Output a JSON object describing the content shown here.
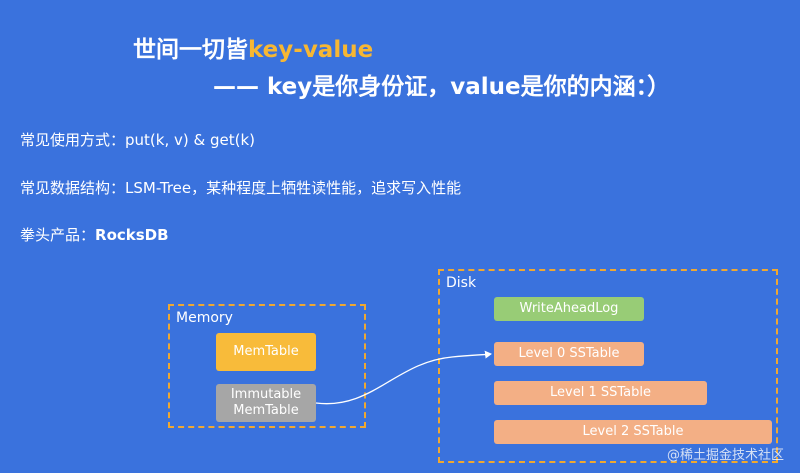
{
  "title": {
    "line1_prefix": "世间一切皆",
    "line1_accent": "key-value",
    "line2": "—— key是你身份证，value是你的内涵：）"
  },
  "lines": [
    {
      "label": "常见使用方式：",
      "value": "put(k, v) & get(k)"
    },
    {
      "label": "常见数据结构：",
      "value": "LSM-Tree，某种程度上牺牲读性能，追求写入性能"
    },
    {
      "label": "拳头产品：",
      "value": "RocksDB"
    }
  ],
  "diagram": {
    "memory_label": "Memory",
    "disk_label": "Disk",
    "memtable": "MemTable",
    "immutable_line1": "Immutable",
    "immutable_line2": "MemTable",
    "wal": "WriteAheadLog",
    "level0": "Level 0 SSTable",
    "level1": "Level 1 SSTable",
    "level2": "Level 2 SSTable"
  },
  "colors": {
    "background": "#3a72dd",
    "accent": "#f7b733",
    "dashed_border": "#f0a830",
    "memtable": "#f8bb3a",
    "immutable": "#a6a6a6",
    "wal": "#98cc76",
    "sstable": "#f3af85"
  },
  "watermark": "@稀土掘金技术社区"
}
